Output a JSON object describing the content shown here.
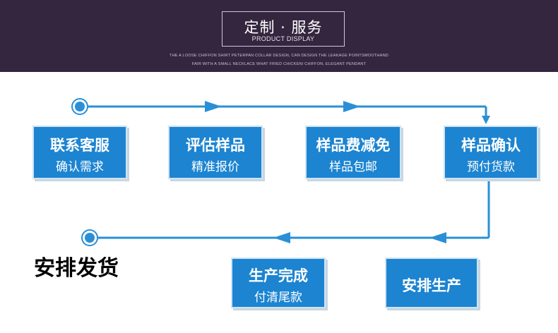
{
  "header": {
    "title": "定制 · 服务",
    "subtitle": "PRODUCT DISPLAY",
    "desc_line1": "THE A LOOSE CHIFFON SHIRT PETERPAN COLLAR DESIGN, CAN DESIGN THE LEAKAGE POINTSMOOTHAND",
    "desc_line2": "FAIR WITH A SMALL NECKLACE WHAT FRIED CHICKENI CHIFFON, ELEGANT PENDANT"
  },
  "steps": [
    {
      "title": "联系客服",
      "sub": "确认需求"
    },
    {
      "title": "评估样品",
      "sub": "精准报价"
    },
    {
      "title": "样品费减免",
      "sub": "样品包邮"
    },
    {
      "title": "样品确认",
      "sub": "预付货款"
    },
    {
      "title": "安排生产",
      "sub": ""
    },
    {
      "title": "生产完成",
      "sub": "付清尾款"
    }
  ],
  "final_step": "安排发货",
  "colors": {
    "header_bg": "#35263f",
    "accent": "#1c84d1",
    "line": "#2a8fd6"
  }
}
